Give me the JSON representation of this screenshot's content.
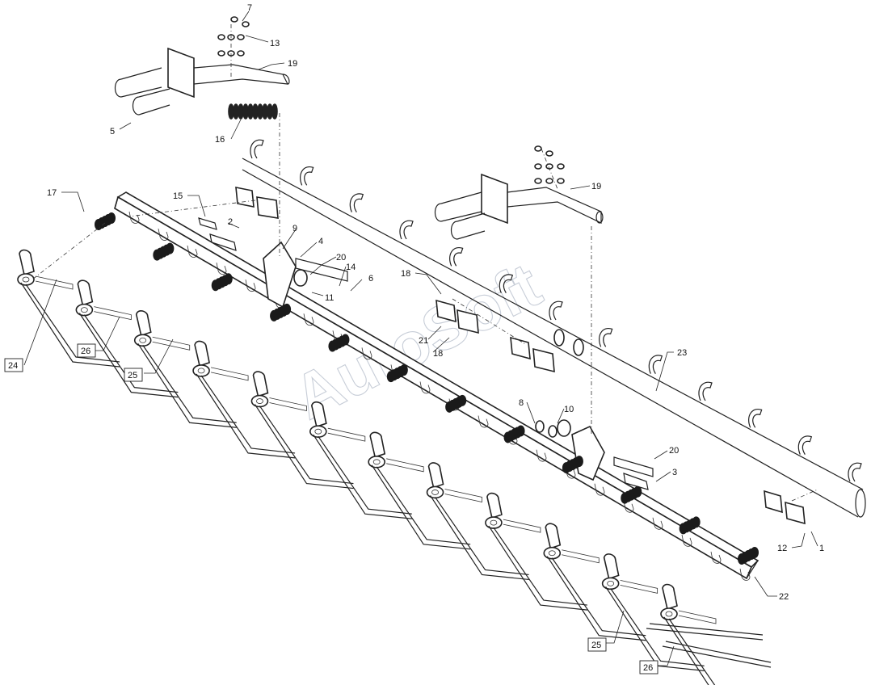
{
  "watermark": "AutoSoft",
  "callouts": [
    {
      "id": "c7",
      "label": "7"
    },
    {
      "id": "c13",
      "label": "13"
    },
    {
      "id": "c19a",
      "label": "19"
    },
    {
      "id": "c5",
      "label": "5"
    },
    {
      "id": "c16",
      "label": "16"
    },
    {
      "id": "c19b",
      "label": "19"
    },
    {
      "id": "c17",
      "label": "17"
    },
    {
      "id": "c15",
      "label": "15"
    },
    {
      "id": "c2",
      "label": "2"
    },
    {
      "id": "c9",
      "label": "9"
    },
    {
      "id": "c4",
      "label": "4"
    },
    {
      "id": "c20a",
      "label": "20"
    },
    {
      "id": "c14",
      "label": "14"
    },
    {
      "id": "c6",
      "label": "6"
    },
    {
      "id": "c11",
      "label": "11"
    },
    {
      "id": "c18a",
      "label": "18"
    },
    {
      "id": "c21",
      "label": "21"
    },
    {
      "id": "c18b",
      "label": "18"
    },
    {
      "id": "c23",
      "label": "23"
    },
    {
      "id": "c8",
      "label": "8"
    },
    {
      "id": "c10",
      "label": "10"
    },
    {
      "id": "c20b",
      "label": "20"
    },
    {
      "id": "c3",
      "label": "3"
    },
    {
      "id": "c12",
      "label": "12"
    },
    {
      "id": "c1",
      "label": "1"
    },
    {
      "id": "c22",
      "label": "22"
    }
  ],
  "boxed_callouts": [
    {
      "id": "b24",
      "label": "24"
    },
    {
      "id": "b26a",
      "label": "26"
    },
    {
      "id": "b25a",
      "label": "25"
    },
    {
      "id": "b25b",
      "label": "25"
    },
    {
      "id": "b26b",
      "label": "26"
    }
  ]
}
